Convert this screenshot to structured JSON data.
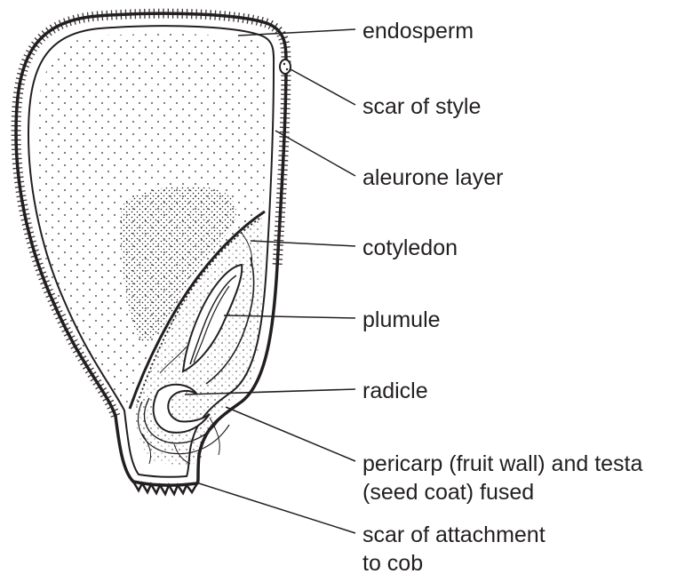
{
  "diagram": {
    "labels": {
      "endosperm": "endosperm",
      "scar_of_style": "scar of style",
      "aleurone_layer": "aleurone layer",
      "cotyledon": "cotyledon",
      "plumule": "plumule",
      "radicle": "radicle",
      "pericarp_line1": "pericarp (fruit wall) and testa",
      "pericarp_line2": "(seed coat) fused",
      "attachment_line1": "scar of attachment",
      "attachment_line2": "to cob"
    },
    "colors": {
      "ink": "#231f20",
      "background": "#ffffff"
    }
  }
}
